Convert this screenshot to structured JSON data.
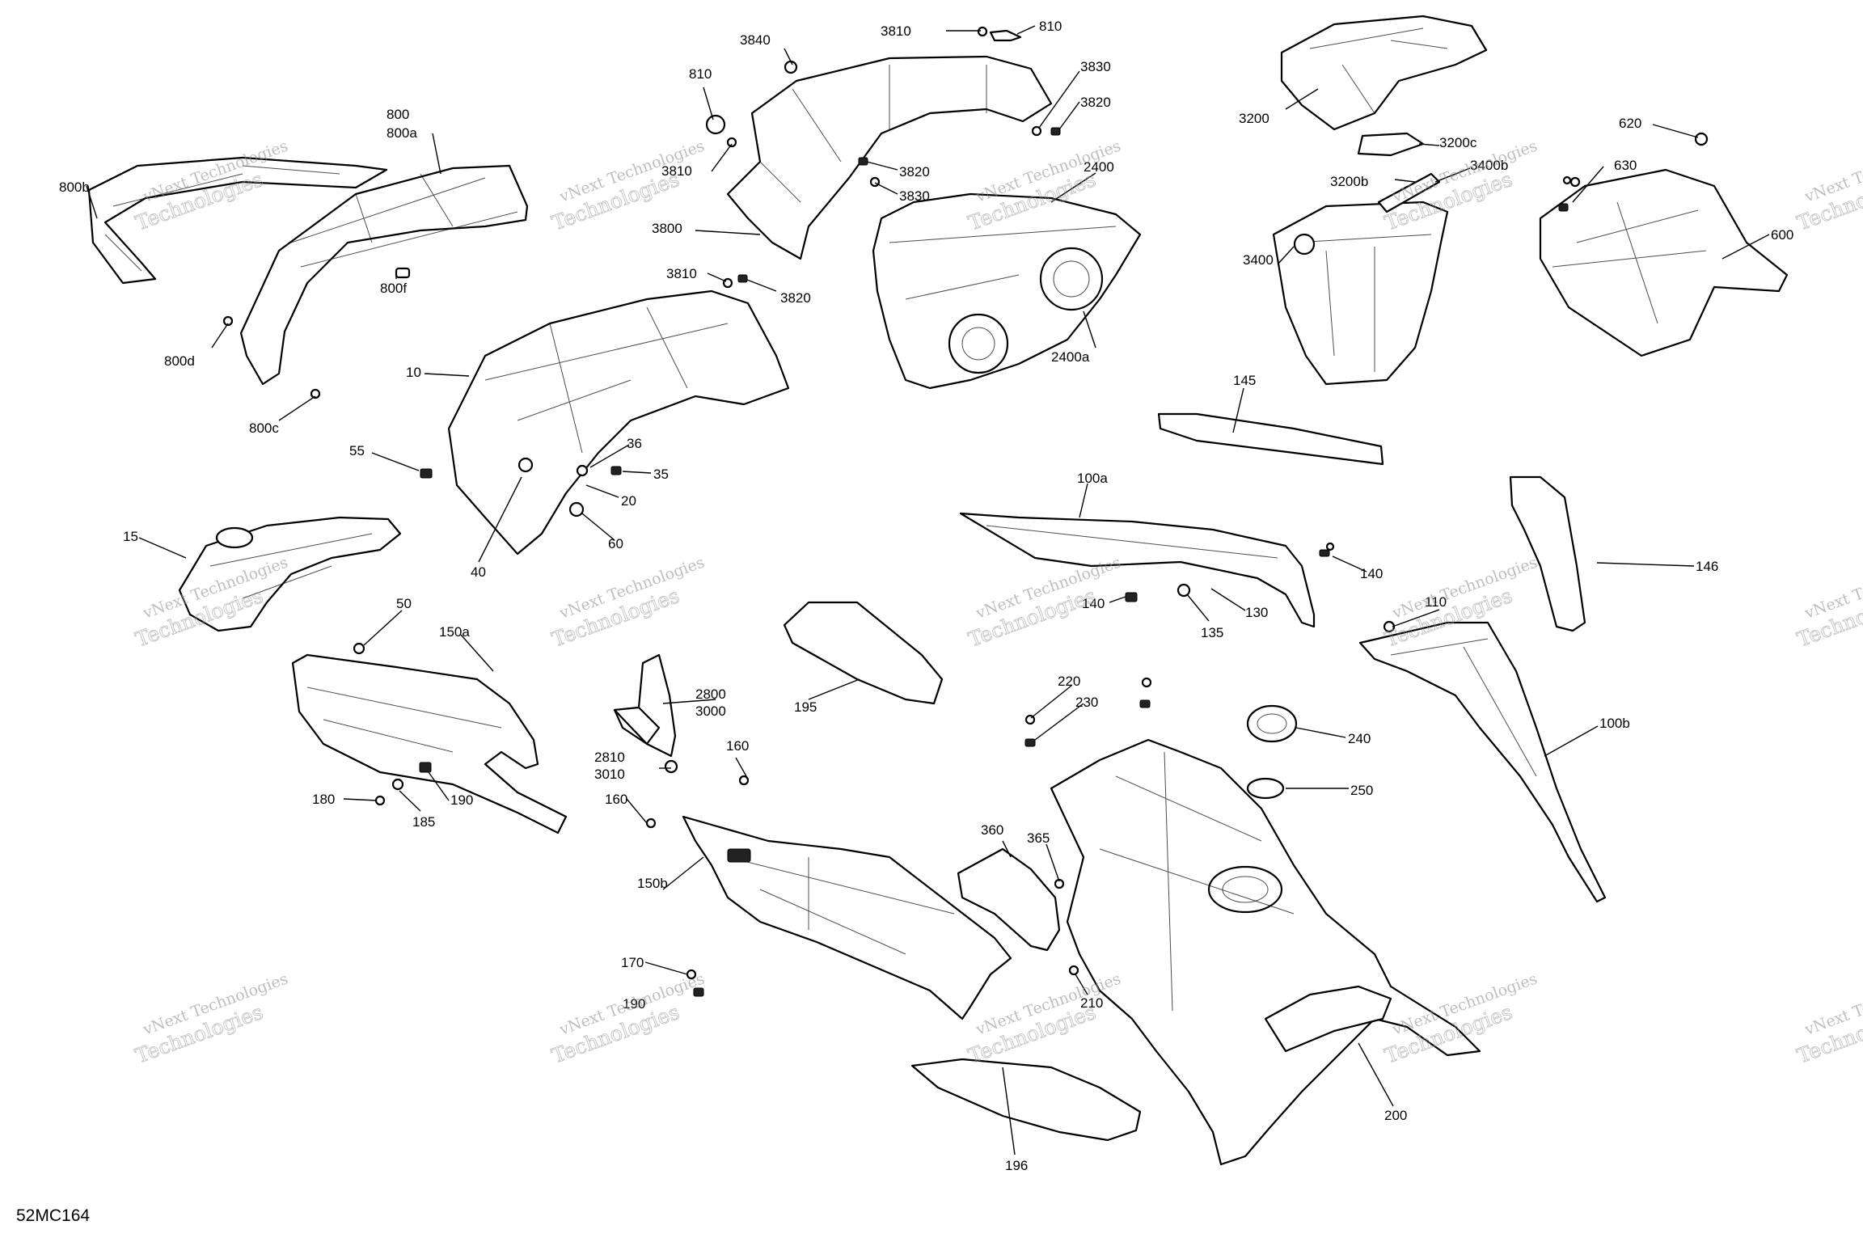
{
  "diagram": {
    "code": "52MC164",
    "watermark": {
      "line1": "vNext Technologies",
      "line2": "Technologies"
    },
    "callouts": [
      "800",
      "800a",
      "800b",
      "800f",
      "800d",
      "800c",
      "3840",
      "810",
      "3810",
      "810",
      "3830",
      "3820",
      "3820",
      "3830",
      "3810",
      "3800",
      "3810",
      "3820",
      "2400",
      "2400a",
      "3200",
      "3200c",
      "3200b",
      "3400b",
      "3400",
      "620",
      "630",
      "600",
      "10",
      "55",
      "36",
      "35",
      "20",
      "60",
      "40",
      "145",
      "15",
      "100a",
      "140",
      "140",
      "130",
      "135",
      "146",
      "110",
      "100b",
      "50",
      "150a",
      "180",
      "185",
      "190",
      "195",
      "2800",
      "3000",
      "2810",
      "3010",
      "160",
      "160",
      "220",
      "230",
      "240",
      "250",
      "150b",
      "360",
      "365",
      "170",
      "190",
      "210",
      "200",
      "196"
    ]
  }
}
